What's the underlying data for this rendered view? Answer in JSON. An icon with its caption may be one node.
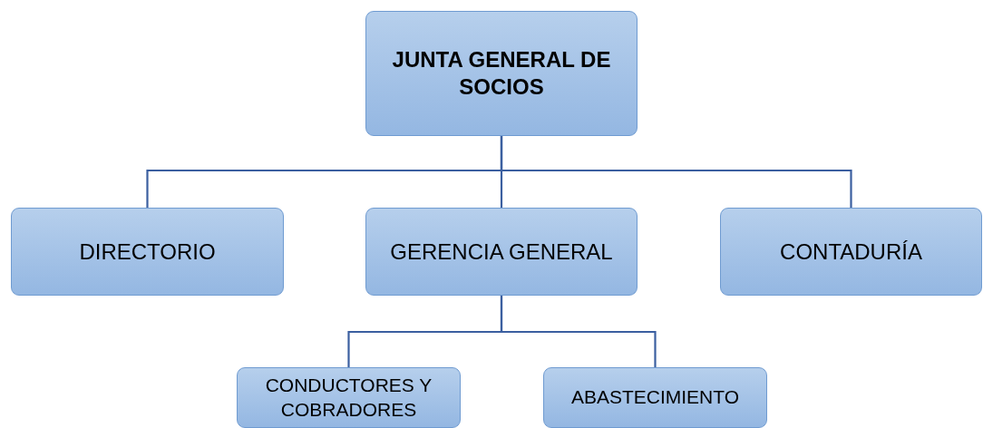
{
  "diagram": {
    "nodes": [
      {
        "text": [
          "JUNTA GENERAL DE SOCIOS"
        ]
      },
      {
        "text": [
          "DIRECTORIO"
        ]
      },
      {
        "text": [
          "GERENCIA GENERAL"
        ]
      },
      {
        "text": [
          "CONTADURÍA"
        ]
      },
      {
        "text": [
          "CONDUCTORES Y COBRADORES"
        ]
      },
      {
        "text": [
          "ABASTECIMIENTO"
        ]
      }
    ],
    "edges": [
      {
        "from": 0,
        "to": 1,
        "arrow": "none"
      },
      {
        "from": 0,
        "to": 2,
        "arrow": "none"
      },
      {
        "from": 0,
        "to": 3,
        "arrow": "none"
      },
      {
        "from": 2,
        "to": 4,
        "arrow": "none"
      },
      {
        "from": 2,
        "to": 5,
        "arrow": "none"
      }
    ]
  }
}
